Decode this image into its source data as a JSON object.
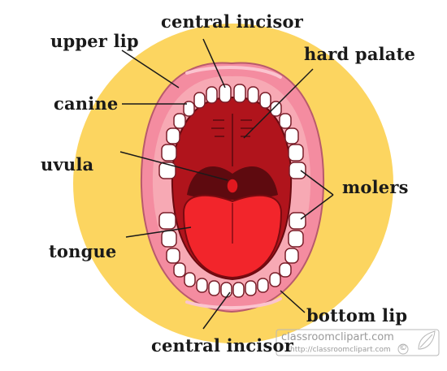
{
  "labels": {
    "central_incisor_top": "central incisor",
    "upper_lip": "upper lip",
    "hard_palate": "hard palate",
    "canine": "canine",
    "uvula": "uvula",
    "molers": "molers",
    "tongue": "tongue",
    "bottom_lip": "bottom lip",
    "central_incisor_bottom": "central incisor"
  },
  "watermark": {
    "title": "classroomclipart.com",
    "url": "http://classroomclipart.com",
    "symbol": "©"
  },
  "colors": {
    "background_circle": "#fcd560",
    "lips": "#f48ca0",
    "mouth_interior": "#b0141c",
    "throat": "#5e0a0f",
    "tongue": "#f2252b",
    "teeth": "#ffffff",
    "gums": "#f7a9b4"
  }
}
